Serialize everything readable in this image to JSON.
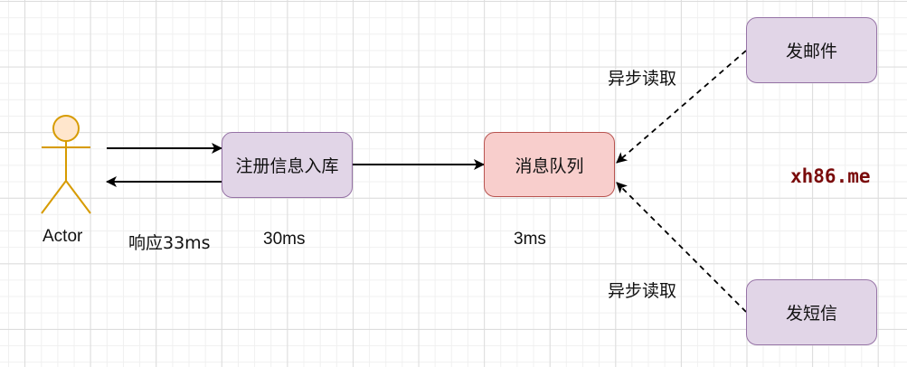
{
  "diagram": {
    "actor": {
      "label": "Actor"
    },
    "nodes": {
      "register": {
        "label": "注册信息入库"
      },
      "queue": {
        "label": "消息队列"
      },
      "email": {
        "label": "发邮件"
      },
      "sms": {
        "label": "发短信"
      }
    },
    "labels": {
      "response_time": "响应33ms",
      "register_time": "30ms",
      "queue_time": "3ms",
      "async_read_top": "异步读取",
      "async_read_bottom": "异步读取"
    },
    "watermark": "xh86.me",
    "colors": {
      "actor_stroke": "#d79b00",
      "actor_fill": "#ffe6cc",
      "purple_fill": "#e1d5e7",
      "purple_stroke": "#9673a6",
      "red_fill": "#f8cecc",
      "red_stroke": "#b85450",
      "watermark": "#7a0b0b"
    }
  }
}
